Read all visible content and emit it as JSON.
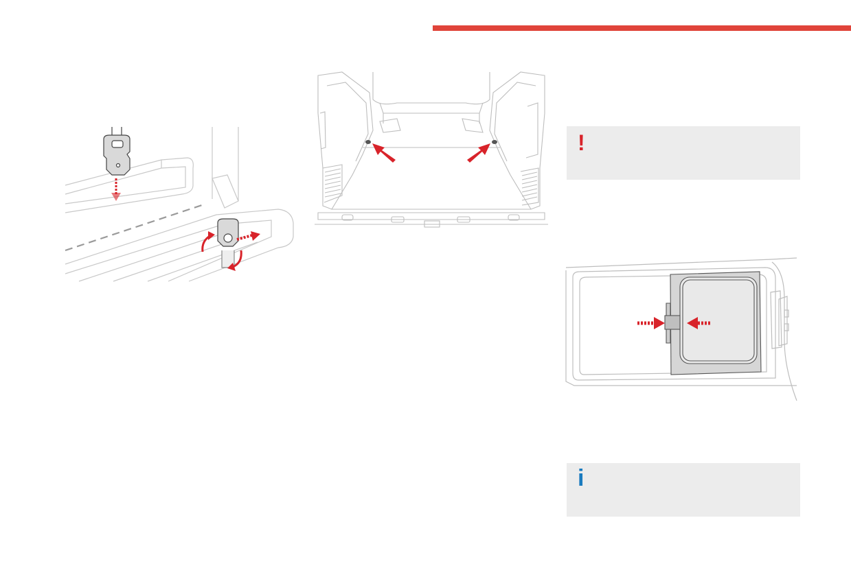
{
  "page": {
    "background": "#ffffff",
    "accent_color": "#e0443a"
  },
  "notices": {
    "warning": {
      "glyph": "!",
      "color": "#d8232a",
      "icon": "warning-icon"
    },
    "info": {
      "glyph": "i",
      "color": "#1a7bbf",
      "icon": "info-icon"
    }
  },
  "illustrations": [
    {
      "name": "belt-anchor-rail-illustration",
      "icons": [
        "anchor-clip-icon",
        "arrow-down-icon",
        "rotate-arrow-icon",
        "slide-arrow-icon"
      ]
    },
    {
      "name": "load-floor-anchor-points-illustration",
      "icons": [
        "anchor-ring-icon",
        "arrow-pointer-icon"
      ]
    },
    {
      "name": "sliding-window-latch-illustration",
      "icons": [
        "latch-icon",
        "squeeze-arrow-icon"
      ]
    }
  ]
}
